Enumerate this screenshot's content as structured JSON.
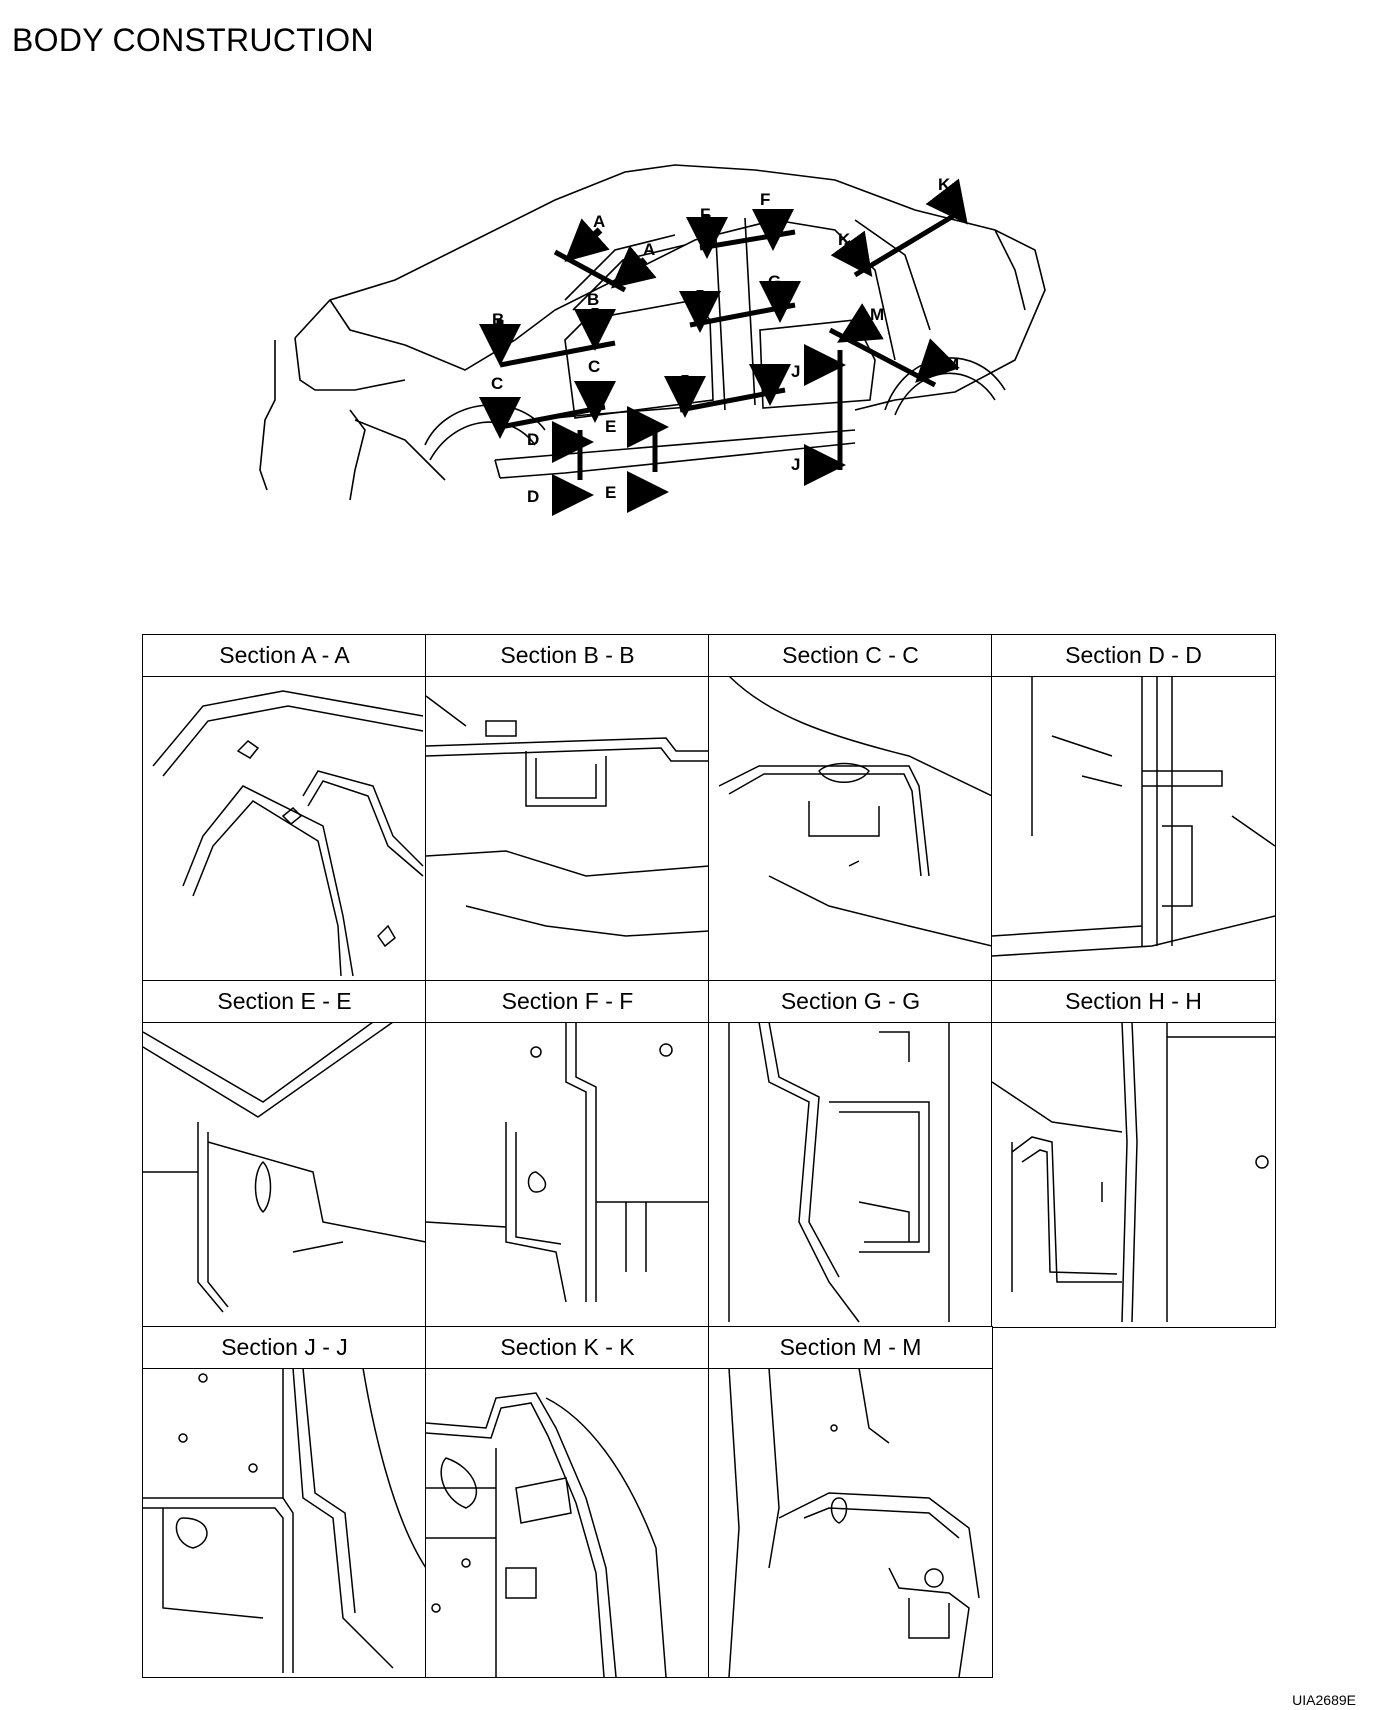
{
  "page_title": "BODY CONSTRUCTION",
  "diagram": {
    "labels": [
      "A",
      "A",
      "B",
      "B",
      "C",
      "C",
      "D",
      "D",
      "E",
      "E",
      "F",
      "F",
      "G",
      "G",
      "H",
      "H",
      "J",
      "J",
      "K",
      "K",
      "M",
      "M"
    ]
  },
  "sections": [
    {
      "caption": "Section A - A"
    },
    {
      "caption": "Section B - B"
    },
    {
      "caption": "Section C - C"
    },
    {
      "caption": "Section D - D"
    },
    {
      "caption": "Section E - E"
    },
    {
      "caption": "Section F - F"
    },
    {
      "caption": "Section G - G"
    },
    {
      "caption": "Section H - H"
    },
    {
      "caption": "Section J - J"
    },
    {
      "caption": "Section K - K"
    },
    {
      "caption": "Section M - M"
    }
  ],
  "ref_code": "UIA2689E"
}
